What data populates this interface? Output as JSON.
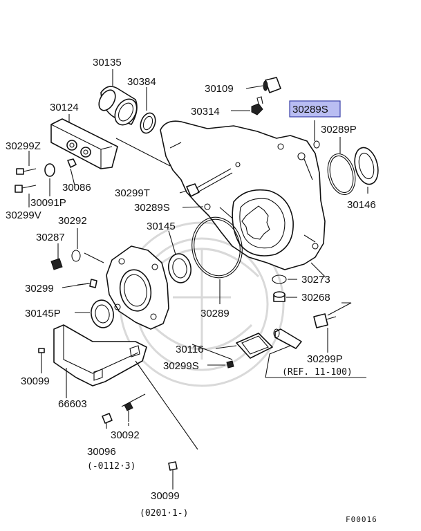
{
  "labels": {
    "p30135": "30135",
    "p30384": "30384",
    "p30124": "30124",
    "p30109": "30109",
    "p30314": "30314",
    "p30289S_hl": "30289S",
    "p30289P_top": "30289P",
    "p30146": "30146",
    "p30299Z": "30299Z",
    "p30086": "30086",
    "p30091P": "30091P",
    "p30299V": "30299V",
    "p30299T": "30299T",
    "p30289S": "30289S",
    "p30292": "30292",
    "p30287": "30287",
    "p30145": "30145",
    "p30273": "30273",
    "p30299_left": "30299",
    "p30268": "30268",
    "p30145P": "30145P",
    "p30289": "30289",
    "p30116": "30116",
    "p30299P": "30299P",
    "p30299S_bot": "30299S",
    "ref": "(REF. 11-100)",
    "p30099_left": "30099",
    "p66603": "66603",
    "p30092": "30092",
    "p30096": "30096",
    "p30096_range": "(-0112·3)",
    "p30099_bot": "30099",
    "p30099_range": "(0201·1-)",
    "figure_code": "F00016"
  },
  "highlight": {
    "part": "30289S",
    "color": "#b9bdf2"
  }
}
